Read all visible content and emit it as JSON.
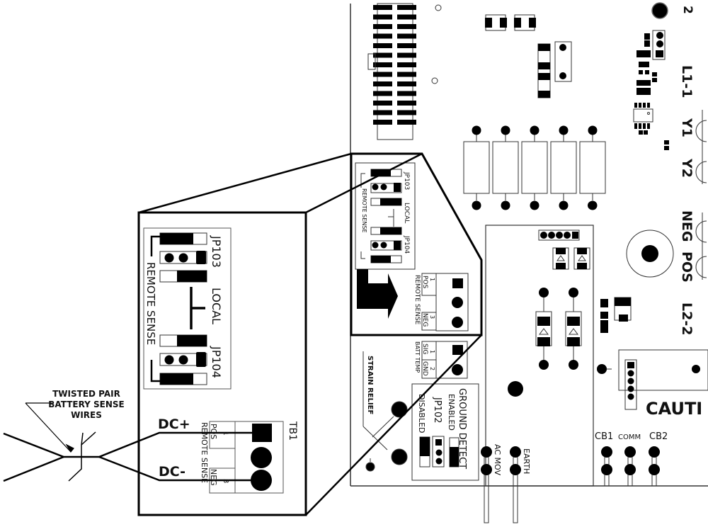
{
  "board_labels": {
    "top_right_number": "2",
    "l1": "L1-1",
    "y1": "Y1",
    "y2": "Y2",
    "neg": "NEG",
    "pos": "POS",
    "l2": "L2-2",
    "caution": "CAUTI",
    "cb1": "CB1",
    "comm": "COMM",
    "cb2": "CB2",
    "ac_mov": "AC MOV",
    "earth": "EARTH",
    "strain_relief": "STRAIN RELIEF",
    "batt_temp": "BATT TEMP",
    "sig": "SIG",
    "gnd": "GND",
    "pin1": "1",
    "pin2": "2",
    "ground_detect": "GROUND DETECT",
    "enabled": "ENABLED",
    "jp102": "JP102",
    "disabled": "DISABLED"
  },
  "small_view": {
    "jp103": "JP103",
    "local": "LOCAL",
    "jp104": "JP104",
    "remote_sense": "REMOTE SENSE",
    "tb_pos": "POS",
    "tb_neg": "NEG",
    "tb_pin1": "1",
    "tb_pin3": "3",
    "tb_remote_sense": "REMOTE SENSE"
  },
  "zoom_view": {
    "jp103": "JP103",
    "local": "LOCAL",
    "jp104": "JP104",
    "remote_sense": "REMOTE SENSE",
    "tb1": "TB1",
    "tb_pos": "POS",
    "tb_neg": "NEG",
    "tb_pin1": "1",
    "tb_pin3": "3",
    "tb_remote_sense": "REMOTE SENSE",
    "dc_plus": "DC+",
    "dc_minus": "DC-"
  },
  "callout": {
    "line1": "TWISTED PAIR",
    "line2": "BATTERY SENSE",
    "line3": "WIRES"
  }
}
